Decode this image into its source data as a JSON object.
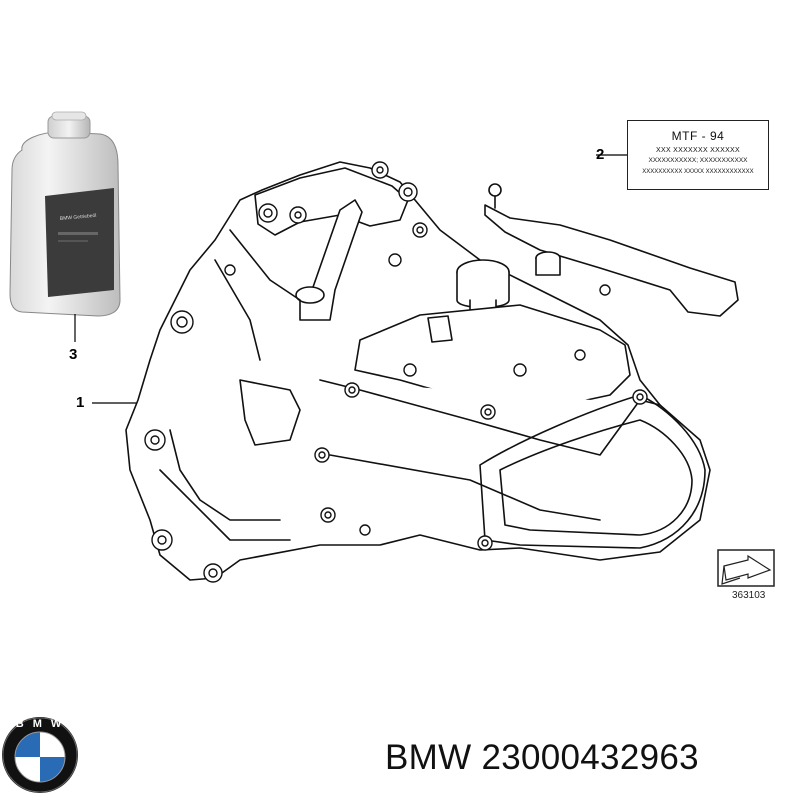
{
  "callouts": {
    "item1": "1",
    "item2": "2",
    "item3": "3"
  },
  "label_plate": {
    "line1": "MTF - 94",
    "line2": "XXX XXXXXXX XXXXXX",
    "line3": "XXXXXXXXXXX; XXXXXXXXXXX",
    "line4": "XXXXXXXXXX XXXXX XXXXXXXXXXXX"
  },
  "reference_number": "363103",
  "caption": "BMW 23000432963",
  "logo": {
    "text": "BMW",
    "colors": {
      "blue": "#2a6bb5",
      "white": "#ffffff",
      "ring": "#111111"
    }
  },
  "bottle": {
    "text": "BMW Getriebeöl"
  }
}
